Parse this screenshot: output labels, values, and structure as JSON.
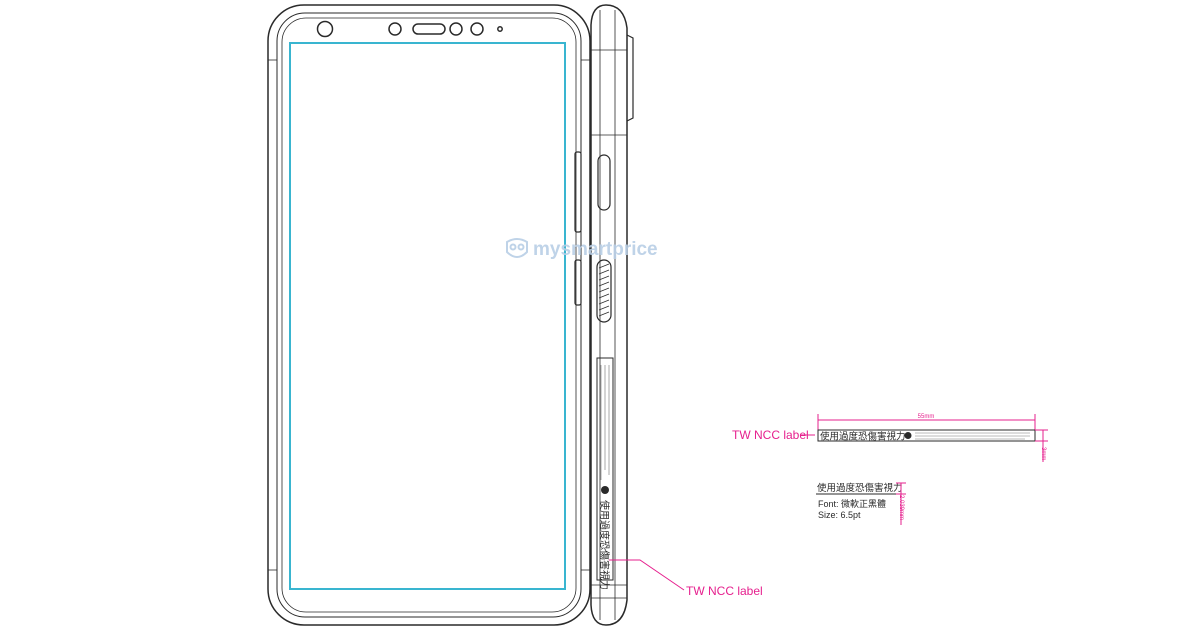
{
  "colors": {
    "line": "#2a2a2a",
    "screen": "#39b5d0",
    "annotation": "#e6208e",
    "watermark": "#b9cfe6"
  },
  "watermark": {
    "text": "mysmartprice",
    "icon": "owl-logo-icon"
  },
  "annotations": {
    "side_label": "TW NCC label",
    "detail_label": "TW NCC label",
    "width_dim": "55mm",
    "height_dim": "3mm",
    "text_height_dim": "2.039mm"
  },
  "ncc_label": {
    "warning_text": "使用過度恐傷害視力",
    "icon": "ncc-logo-icon"
  },
  "font_spec": {
    "sample_text": "使用過度恐傷害視力",
    "font_line": "Font: 微軟正黑體",
    "size_line": "Size: 6.5pt"
  }
}
